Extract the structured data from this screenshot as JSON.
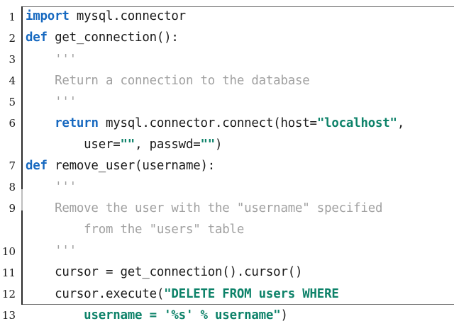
{
  "editor": {
    "language": "python",
    "background": "#ffffff",
    "colors": {
      "keyword": "#1769c0",
      "string": "#0d8269",
      "docstring": "#a0a0a0",
      "plain": "#1a1a1a",
      "gutter_rule": "#2b2b2b",
      "gutter_rule_break": "#bdbdbd",
      "border_rule": "#6f6f6f",
      "lineno": "#1a1a1a"
    }
  },
  "rows": [
    {
      "lineno": "1",
      "tokens": [
        {
          "t": "import",
          "c": "kw"
        },
        {
          "t": " mysql.connector",
          "c": "plain"
        }
      ]
    },
    {
      "lineno": "2",
      "tokens": [
        {
          "t": "def",
          "c": "kw"
        },
        {
          "t": " get_connection():",
          "c": "plain"
        }
      ]
    },
    {
      "lineno": "3",
      "tokens": [
        {
          "t": "    '''",
          "c": "doc"
        }
      ]
    },
    {
      "lineno": "4",
      "tokens": [
        {
          "t": "    Return a connection to the database",
          "c": "doc"
        }
      ]
    },
    {
      "lineno": "5",
      "tokens": [
        {
          "t": "    '''",
          "c": "doc"
        }
      ]
    },
    {
      "lineno": "6",
      "tokens": [
        {
          "t": "    ",
          "c": "plain"
        },
        {
          "t": "return",
          "c": "kw"
        },
        {
          "t": " mysql.connector.connect(host=",
          "c": "plain"
        },
        {
          "t": "\"localhost\"",
          "c": "str"
        },
        {
          "t": ",",
          "c": "plain"
        }
      ]
    },
    {
      "lineno": "",
      "tokens": [
        {
          "t": "        user=",
          "c": "plain"
        },
        {
          "t": "\"\"",
          "c": "str"
        },
        {
          "t": ", passwd=",
          "c": "plain"
        },
        {
          "t": "\"\"",
          "c": "str"
        },
        {
          "t": ")",
          "c": "plain"
        }
      ]
    },
    {
      "lineno": "7",
      "tokens": [
        {
          "t": "def",
          "c": "kw"
        },
        {
          "t": " remove_user(username):",
          "c": "plain"
        }
      ]
    },
    {
      "lineno": "8",
      "tokens": [
        {
          "t": "    '''",
          "c": "doc"
        }
      ]
    },
    {
      "lineno": "9",
      "tokens": [
        {
          "t": "    Remove the user with the \"username\" specified",
          "c": "doc"
        }
      ]
    },
    {
      "lineno": "",
      "tokens": [
        {
          "t": "        from the \"users\" table",
          "c": "doc"
        }
      ]
    },
    {
      "lineno": "10",
      "tokens": [
        {
          "t": "    '''",
          "c": "doc"
        }
      ]
    },
    {
      "lineno": "11",
      "tokens": [
        {
          "t": "    cursor = get_connection().cursor()",
          "c": "plain"
        }
      ]
    },
    {
      "lineno": "12",
      "tokens": [
        {
          "t": "    cursor.execute(",
          "c": "plain"
        },
        {
          "t": "\"DELETE FROM users WHERE",
          "c": "str"
        }
      ]
    },
    {
      "lineno": "13",
      "tokens": [
        {
          "t": "        ",
          "c": "plain"
        },
        {
          "t": "username = '%s' % username\"",
          "c": "str"
        },
        {
          "t": ")",
          "c": "plain"
        }
      ]
    }
  ]
}
